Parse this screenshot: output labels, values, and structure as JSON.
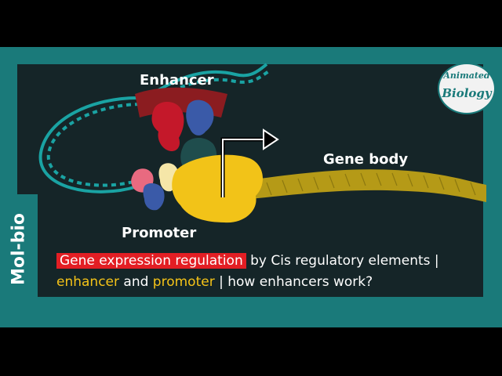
{
  "labels": {
    "enhancer": "Enhancer",
    "gene_body": "Gene body",
    "promoter": "Promoter",
    "side": "Mol-bio"
  },
  "logo": {
    "line1": "Animated",
    "line2": "Biology"
  },
  "title": {
    "highlight": "Gene expression regulation",
    "part1": " by Cis regulatory elements |",
    "enhancer_word": "enhancer",
    "and": " and ",
    "promoter_word": "promoter",
    "part2": " | how enhancers work?"
  },
  "colors": {
    "frame": "#1a7a7a",
    "panel": "#152528",
    "dna": "#1aa3a3",
    "gene_body": "#b59a17",
    "polymerase": "#f2c318",
    "enhancer_region": "#8b1c20",
    "red_protein": "#c4182a",
    "blue_protein": "#3a5aa8",
    "pink_protein": "#e86a80",
    "dark_teal_protein": "#1f4d4d",
    "title_highlight": "#e31e24",
    "title_yellow": "#f5c318"
  }
}
